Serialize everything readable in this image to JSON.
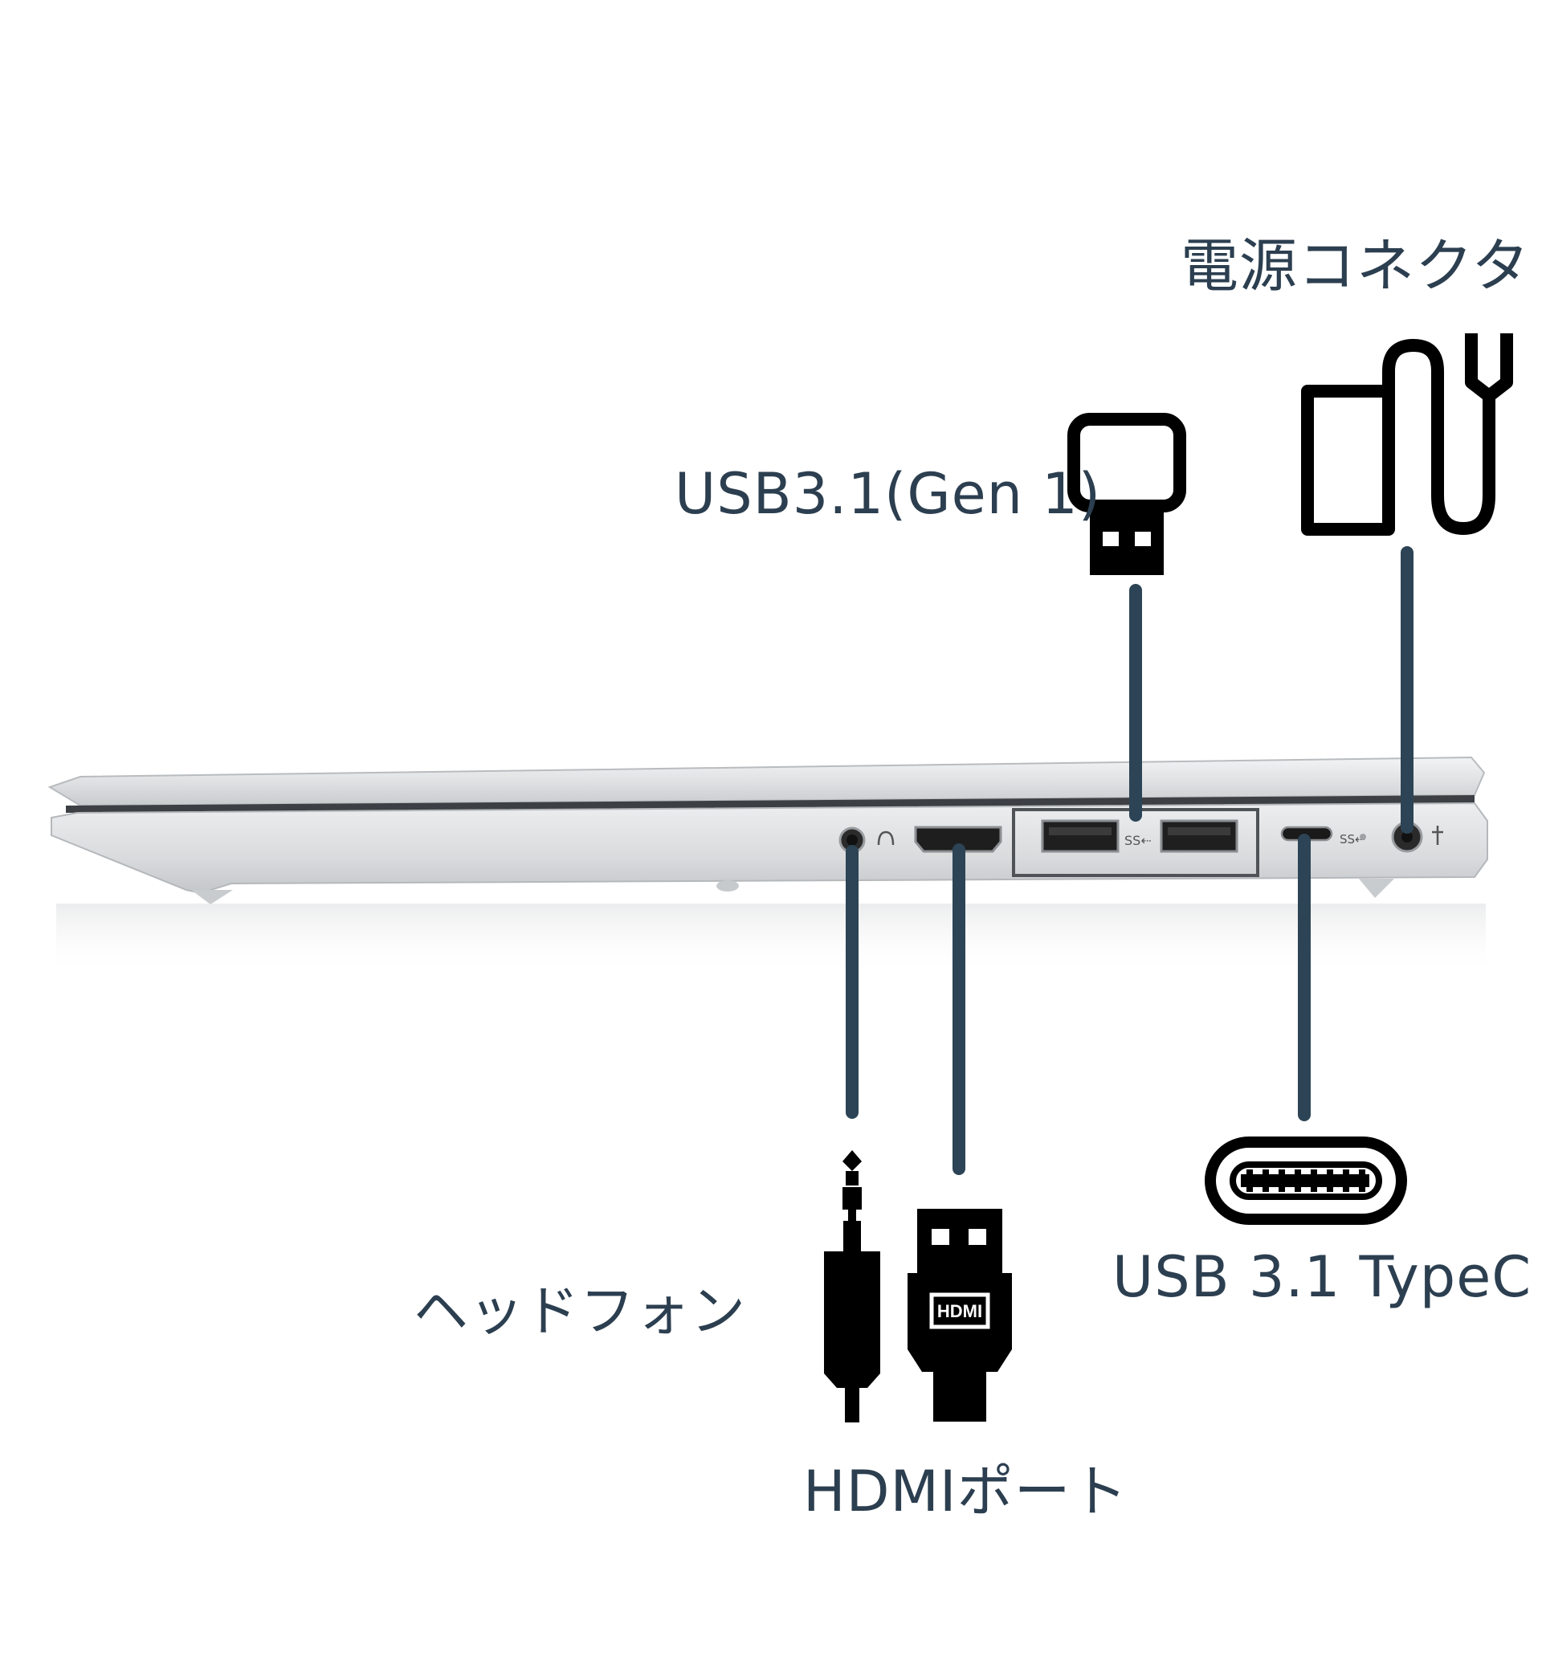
{
  "labels": {
    "power": "電源コネクタ",
    "usb_a": "USB3.1(Gen 1)",
    "headphone": "ヘッドフォン",
    "hdmi": "HDMIポート",
    "usb_c": "USB 3.1 TypeC"
  },
  "icons": {
    "hdmi_badge": "HDMI",
    "power": "power-adapter-icon",
    "usb_a": "usb-a-plug-icon",
    "headphone": "audio-jack-plug-icon",
    "hdmi": "hdmi-plug-icon",
    "usb_c": "usb-c-plug-icon"
  },
  "colors": {
    "callout_line": "#2c4455",
    "label_text": "#2c3f50",
    "icon": "#000000",
    "laptop_body": "#d6d8da"
  }
}
